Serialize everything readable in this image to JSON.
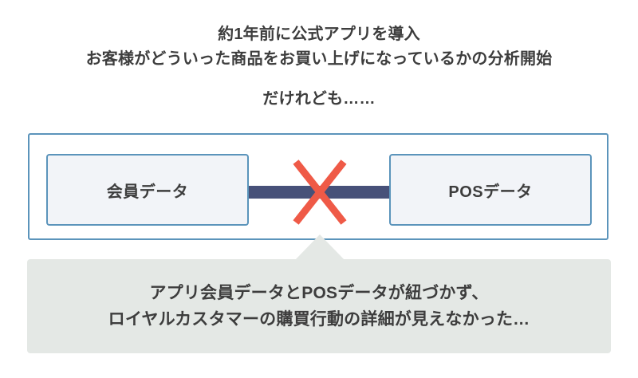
{
  "slide": {
    "background_color": "#ffffff",
    "text_color": "#3d3d3d"
  },
  "header": {
    "headline_line1": "約1年前に公式アプリを導入",
    "headline_line2": "お客様がどういった商品をお買い上げになっているかの分析開始",
    "subhead": "だけれども……"
  },
  "diagram": {
    "frame_border_color": "#5b94bb",
    "box_fill_color": "#f2f4f8",
    "connector_color": "#475179",
    "cross_color": "#ef5a47",
    "left_box_label": "会員データ",
    "right_box_label": "POSデータ",
    "cross_icon_name": "red-x-mark",
    "connector_icon_name": "link-bar"
  },
  "caption": {
    "background_color": "#e4e8e5",
    "line1": "アプリ会員データとPOSデータが紐づかず、",
    "line2": "ロイヤルカスタマーの購買行動の詳細が見えなかった…",
    "pointer_icon_name": "callout-triangle"
  }
}
